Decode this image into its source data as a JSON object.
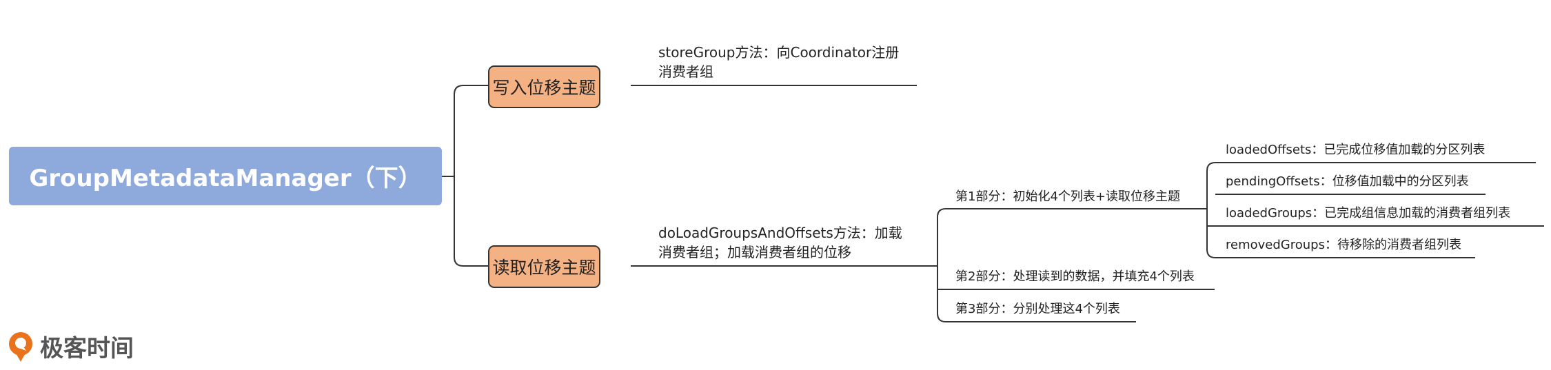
{
  "root": {
    "label": "GroupMetadataManager（下）"
  },
  "branches": {
    "write": {
      "label": "写入位移主题",
      "detail": [
        "storeGroup方法：向Coordinator注册",
        "消费者组"
      ]
    },
    "read": {
      "label": "读取位移主题",
      "detail": [
        "doLoadGroupsAndOffsets方法：加载",
        "消费者组；加载消费者组的位移"
      ],
      "parts": [
        {
          "label": "第1部分：初始化4个列表+读取位移主题",
          "lists": [
            "loadedOffsets：已完成位移值加载的分区列表",
            "pendingOffsets：位移值加载中的分区列表",
            "loadedGroups：已完成组信息加载的消费者组列表",
            "removedGroups：待移除的消费者组列表"
          ]
        },
        {
          "label": "第2部分：处理读到的数据，并填充4个列表"
        },
        {
          "label": "第3部分：分别处理这4个列表"
        }
      ]
    }
  },
  "logo": {
    "text": "极客时间"
  },
  "colors": {
    "root": "#8ea9dc",
    "branch": "#f4b183",
    "line": "#333333",
    "logo": "#e8731c"
  }
}
